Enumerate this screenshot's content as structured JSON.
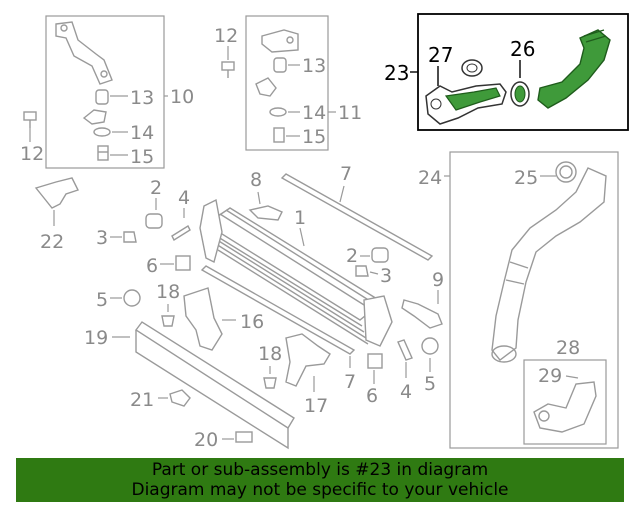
{
  "callouts": {
    "c1": "1",
    "c2a": "2",
    "c2b": "2",
    "c3a": "3",
    "c3b": "3",
    "c4a": "4",
    "c4b": "4",
    "c5a": "5",
    "c5b": "5",
    "c6a": "6",
    "c6b": "6",
    "c7a": "7",
    "c7b": "7",
    "c8": "8",
    "c9": "9",
    "c10": "10",
    "c11": "11",
    "c12a": "12",
    "c12b": "12",
    "c13a": "13",
    "c13b": "13",
    "c14a": "14",
    "c14b": "14",
    "c15a": "15",
    "c15b": "15",
    "c16": "16",
    "c17": "17",
    "c18a": "18",
    "c18b": "18",
    "c19": "19",
    "c20": "20",
    "c21": "21",
    "c22": "22",
    "c23": "23",
    "c24": "24",
    "c25": "25",
    "c26": "26",
    "c27": "27",
    "c28": "28",
    "c29": "29"
  },
  "highlight_color": "#3f9a3a",
  "banner": {
    "line1": "Part or sub-assembly is #23 in diagram",
    "line2": "Diagram may not be specific to your vehicle",
    "background": "#2f7a12"
  }
}
